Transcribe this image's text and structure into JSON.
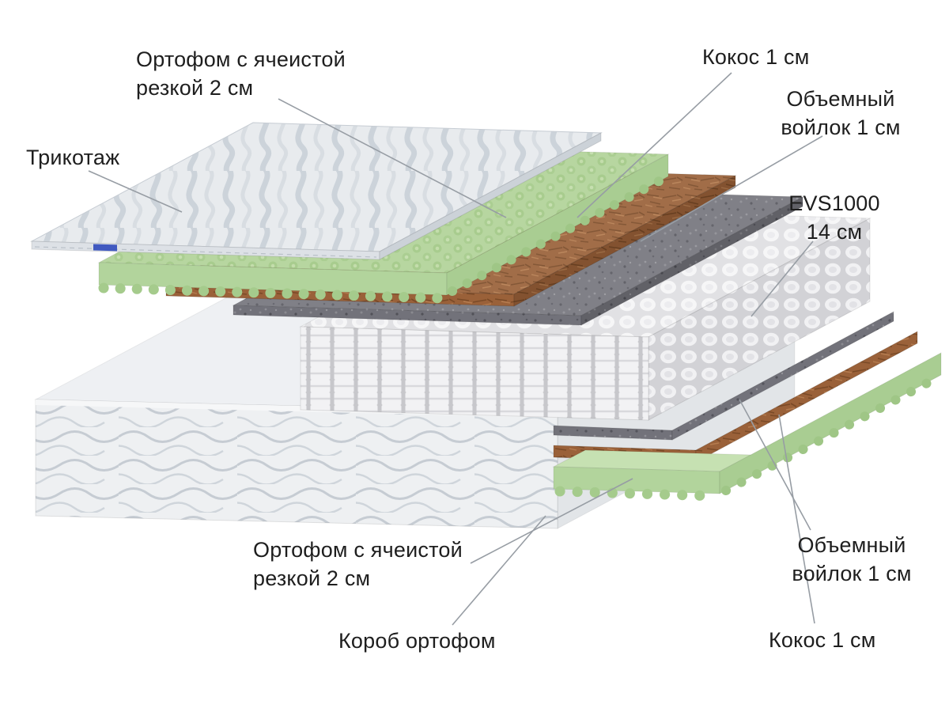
{
  "labels": {
    "trikotazh": "Трикотаж",
    "ortho_top": "Ортофом с ячеистой\nрезкой 2 см",
    "coco_top": "Кокос 1 см",
    "felt_top": "Объемный\nвойлок 1 см",
    "springs": "EVS1000\n14 см",
    "ortho_bottom": "Ортофом с ячеистой\nрезкой 2 см",
    "box": "Короб ортофом",
    "felt_bottom": "Объемный\nвойлок 1 см",
    "coco_bottom": "Кокос 1 см"
  },
  "layer_stack": [
    {
      "name": "Трикотаж"
    },
    {
      "name": "Ортофом с ячеистой резкой 2 см"
    },
    {
      "name": "Кокос 1 см"
    },
    {
      "name": "Объемный войлок 1 см"
    },
    {
      "name": "EVS1000 14 см"
    },
    {
      "name": "Объемный войлок 1 см"
    },
    {
      "name": "Кокос 1 см"
    },
    {
      "name": "Ортофом с ячеистой резкой 2 см"
    },
    {
      "name": "Короб ортофом"
    }
  ],
  "colors": {
    "foam_green": "#b7d6a0",
    "coco_brown": "#9a6139",
    "felt_gray": "#72727a",
    "springs_white": "#f2f2f4",
    "fabric_light": "#e9ebee",
    "tag_blue": "#4059c0",
    "label_text": "#1e1e1e",
    "leader_line": "#979da4"
  }
}
